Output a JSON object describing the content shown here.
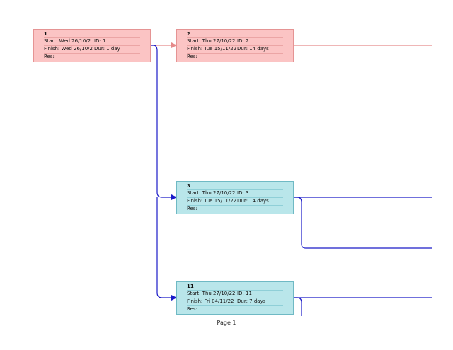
{
  "tasks": [
    {
      "id": "1",
      "start": "Start:  Wed 26/10/2",
      "finish": "Finish: Wed 26/10/2",
      "id_label": "ID:   1",
      "dur": "Dur: 1 day",
      "res": "Res:"
    },
    {
      "id": "2",
      "start": "Start:  Thu 27/10/22",
      "finish": "Finish: Tue 15/11/22",
      "id_label": "ID:   2",
      "dur": "Dur: 14 days",
      "res": "Res:"
    },
    {
      "id": "3",
      "start": "Start:  Thu 27/10/22",
      "finish": "Finish: Tue 15/11/22",
      "id_label": "ID:   3",
      "dur": "Dur: 14 days",
      "res": "Res:"
    },
    {
      "id": "11",
      "start": "Start:  Thu 27/10/22",
      "finish": "Finish: Fri 04/11/22",
      "id_label": "ID:   11",
      "dur": "Dur: 7 days",
      "res": "Res:"
    }
  ],
  "colors": {
    "critical_fill": "#fbc4c4",
    "critical_link": "#e58a8a",
    "normal_fill": "#b9e6ea",
    "normal_link": "#1a1ac8"
  },
  "footer": {
    "page_label": "Page 1"
  }
}
